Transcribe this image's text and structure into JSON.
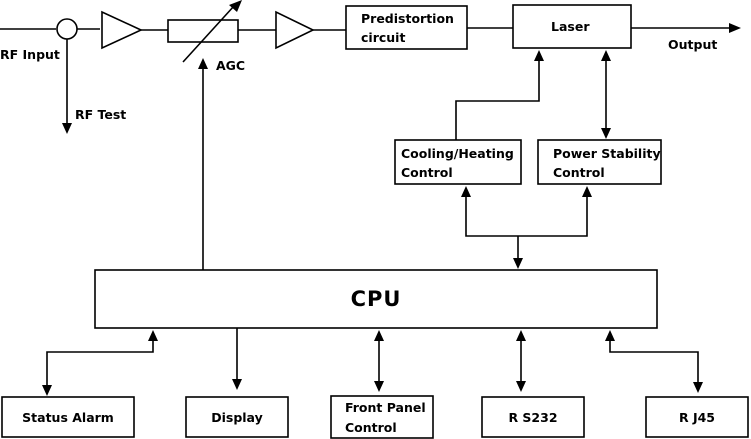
{
  "labels": {
    "rf_input": "RF Input",
    "rf_test": "RF Test",
    "agc": "AGC",
    "output": "Output"
  },
  "blocks": {
    "predistortion_line1": "Predistortion",
    "predistortion_line2": "circuit",
    "laser": "Laser",
    "cooling_line1": "Cooling/Heating",
    "cooling_line2": "Control",
    "power_line1": "Power Stability",
    "power_line2": "Control",
    "cpu": "CPU",
    "status_alarm": "Status Alarm",
    "display": "Display",
    "front_panel_line1": "Front Panel",
    "front_panel_line2": "Control",
    "rs232": "R S232",
    "rj45": "R J45"
  }
}
